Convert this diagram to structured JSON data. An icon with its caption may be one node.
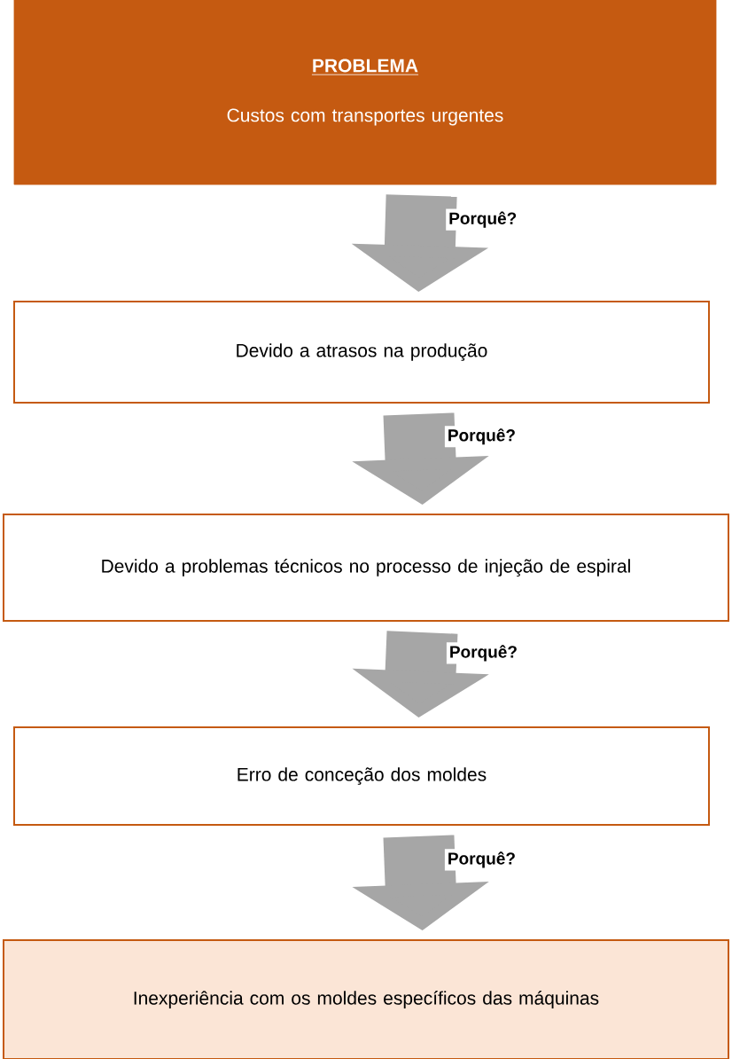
{
  "diagram": {
    "nodes": [
      {
        "text": [
          "PROBLEMA",
          "Custos com transportes urgentes"
        ]
      },
      {
        "text": [
          "Devido a atrasos na produção"
        ]
      },
      {
        "text": [
          "Devido a problemas técnicos no processo de injeção de espiral"
        ]
      },
      {
        "text": [
          "Erro de conceção dos moldes"
        ]
      },
      {
        "text": [
          "Inexperiência com os moldes específicos das máquinas"
        ]
      }
    ],
    "edges": [
      {
        "from": 0,
        "to": 1,
        "arrow": "to",
        "label": "Porquê?"
      },
      {
        "from": 1,
        "to": 2,
        "arrow": "to",
        "label": "Porquê?"
      },
      {
        "from": 2,
        "to": 3,
        "arrow": "to",
        "label": "Porquê?"
      },
      {
        "from": 3,
        "to": 4,
        "arrow": "to",
        "label": "Porquê?"
      }
    ]
  }
}
